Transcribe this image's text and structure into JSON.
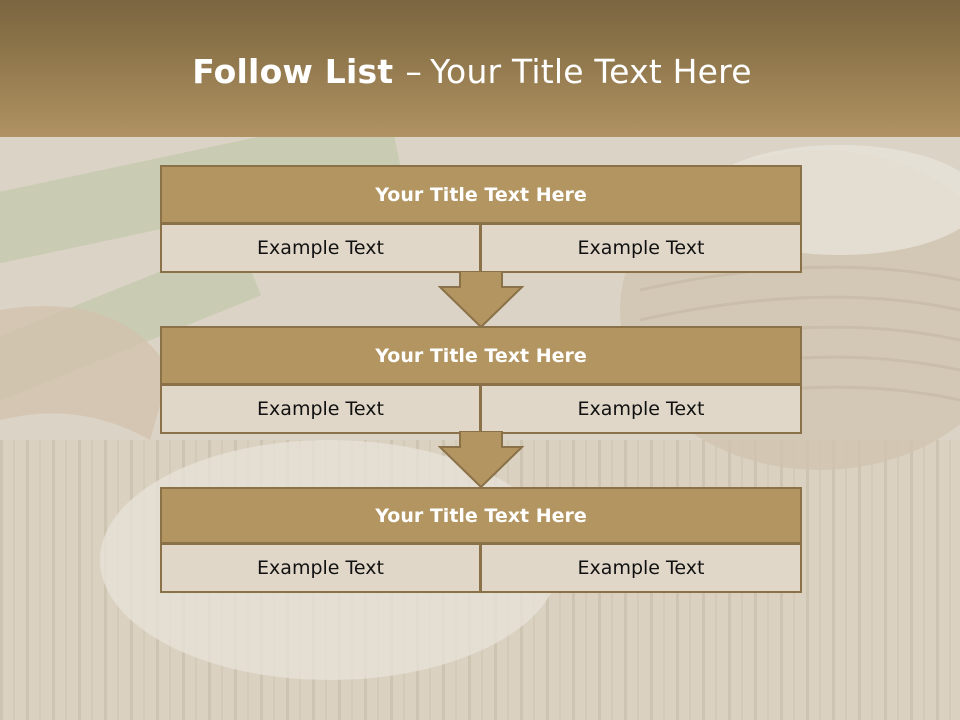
{
  "title": {
    "bold": "Follow List",
    "dash": "–",
    "rest": "Your Title Text Here"
  },
  "blocks": [
    {
      "title": "Your Title Text Here",
      "cells": [
        "Example Text",
        "Example Text"
      ]
    },
    {
      "title": "Your Title Text Here",
      "cells": [
        "Example Text",
        "Example Text"
      ]
    },
    {
      "title": "Your Title Text Here",
      "cells": [
        "Example Text",
        "Example Text"
      ]
    }
  ],
  "colors": {
    "title_band": "#8c7449",
    "block_title": "#b29561",
    "block_cell": "#e0d7c9",
    "border": "#8a7148"
  }
}
